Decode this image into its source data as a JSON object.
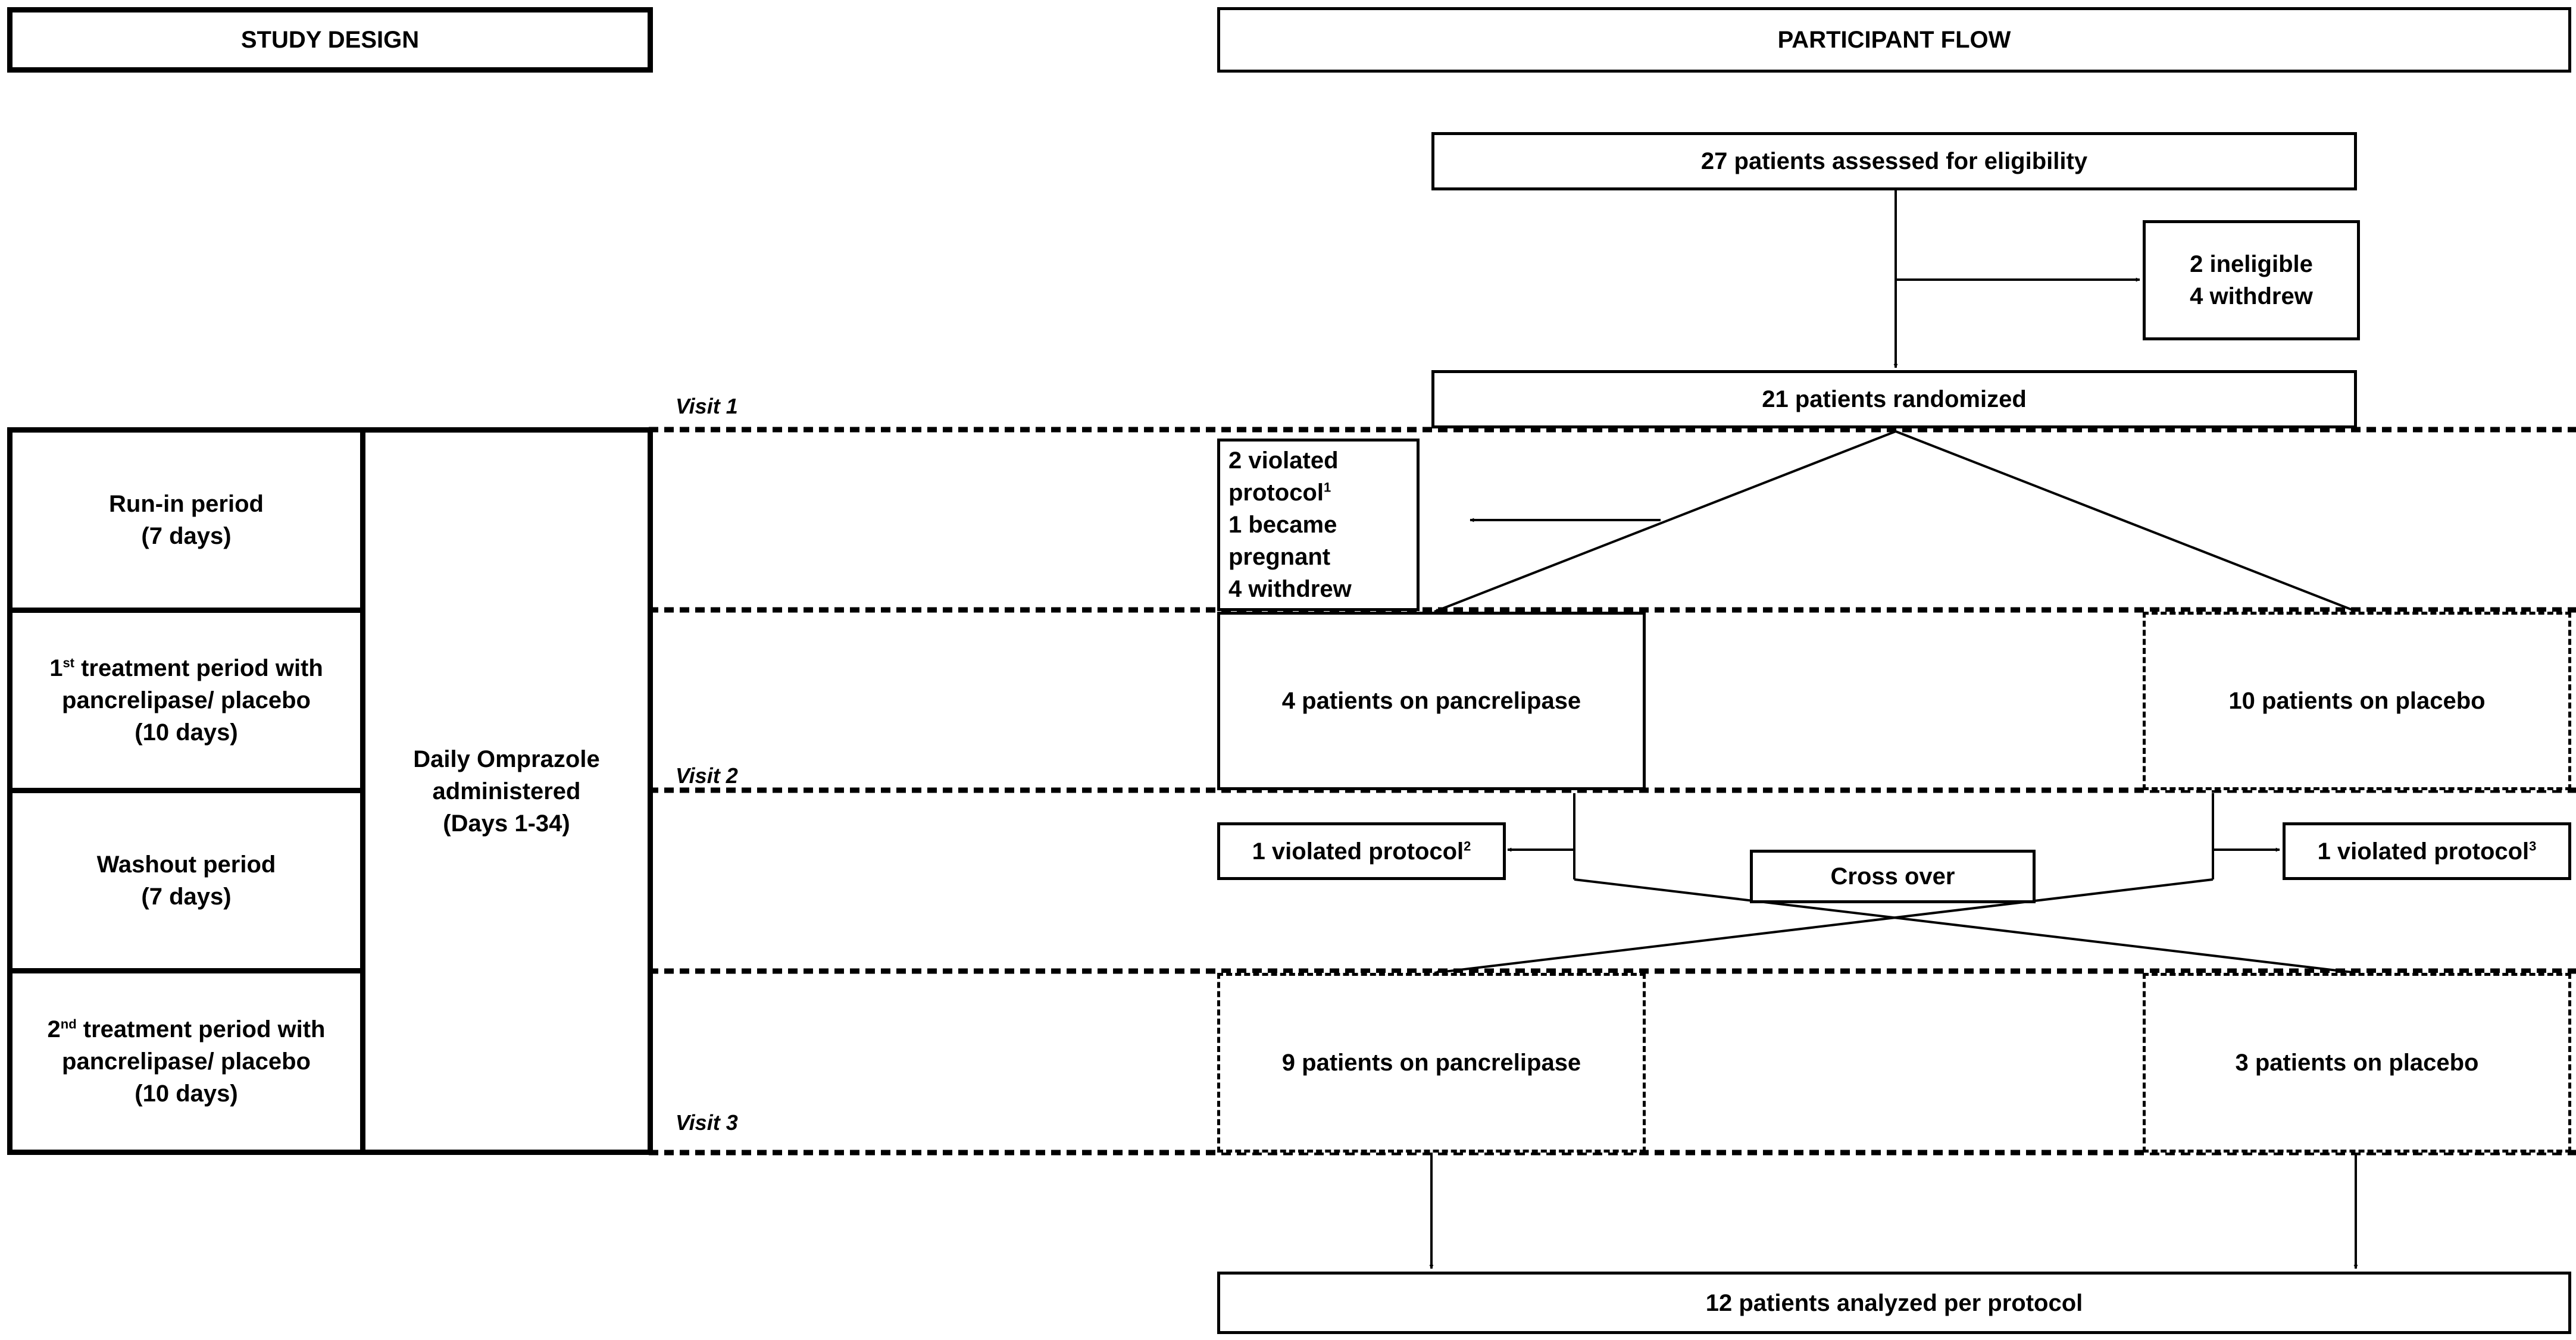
{
  "headers": {
    "study_design": "STUDY DESIGN",
    "participant_flow": "PARTICIPANT FLOW"
  },
  "visits": [
    "Visit 1",
    "Visit 2",
    "Visit 3"
  ],
  "study_design": {
    "run_in": [
      "Run-in period",
      "(7 days)"
    ],
    "treatment1": {
      "pre": "1",
      "sup": "st",
      "line1_rest": " treatment period with",
      "line2": "pancrelipase/ placebo",
      "line3": "(10 days)"
    },
    "washout": [
      "Washout period",
      "(7 days)"
    ],
    "treatment2": {
      "pre": "2",
      "sup": "nd",
      "line1_rest": " treatment period with",
      "line2": "pancrelipase/ placebo",
      "line3": "(10 days)"
    },
    "omeprazole": [
      "Daily Omprazole",
      "administered",
      "(Days 1-34)"
    ]
  },
  "flow": {
    "assessed": "27 patients assessed for eligibility",
    "excluded": [
      "2 ineligible",
      "4 withdrew"
    ],
    "randomized": "21 patients randomized",
    "dropout1": {
      "l1": "2 violated",
      "l2": "protocol",
      "l2_sup": "1",
      "l3": "1 became",
      "l4": "pregnant",
      "l5": "4 withdrew"
    },
    "period1_pancrelipase": "4 patients on pancrelipase",
    "period1_placebo": "10 patients on placebo",
    "violated_left": {
      "text": "1 violated protocol",
      "sup": "2"
    },
    "violated_right": {
      "text": "1 violated protocol",
      "sup": "3"
    },
    "crossover": "Cross over",
    "period2_pancrelipase": "9 patients on pancrelipase",
    "period2_placebo": "3 patients on placebo",
    "analyzed": "12 patients analyzed per protocol"
  }
}
